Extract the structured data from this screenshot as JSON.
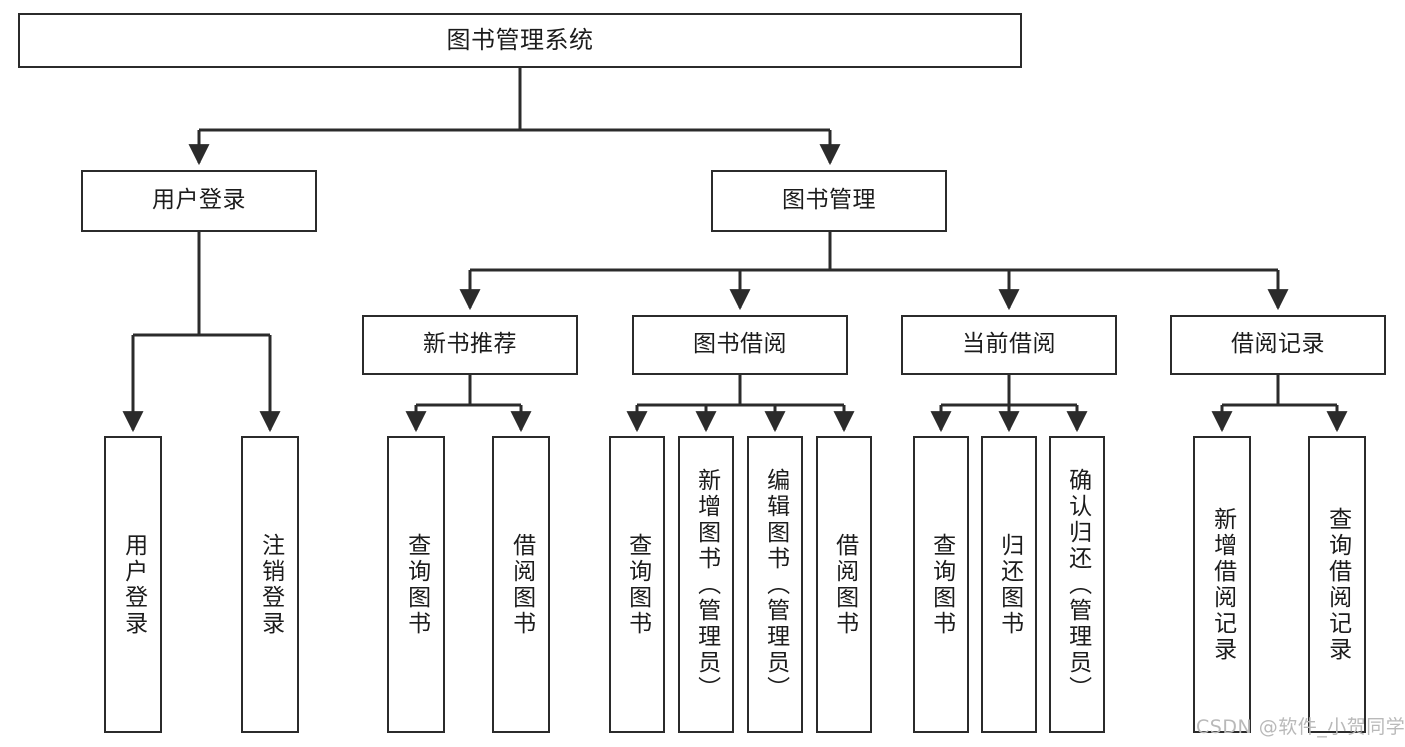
{
  "diagram": {
    "title": "图书管理系统",
    "type": "tree-hierarchy-diagram",
    "watermark": "CSDN @软件_小贺同学",
    "colors": {
      "stroke": "#2b2b2b",
      "fill": "#ffffff",
      "text": "#1c1c1c",
      "watermark": "#b9b9b9"
    },
    "nodes": {
      "root": {
        "label": "图书管理系统"
      },
      "level2": [
        {
          "id": "user-login",
          "label": "用户登录"
        },
        {
          "id": "book-manage",
          "label": "图书管理"
        }
      ],
      "level3": [
        {
          "id": "new-book-recommend",
          "label": "新书推荐"
        },
        {
          "id": "book-borrow",
          "label": "图书借阅"
        },
        {
          "id": "current-borrow",
          "label": "当前借阅"
        },
        {
          "id": "borrow-record",
          "label": "借阅记录"
        }
      ],
      "leaves": {
        "user-login": [
          {
            "id": "leaf-user-login",
            "label": "用户登录"
          },
          {
            "id": "leaf-logout-login",
            "label": "注销登录"
          }
        ],
        "new-book-recommend": [
          {
            "id": "leaf-query-book-1",
            "label": "查询图书"
          },
          {
            "id": "leaf-borrow-book-1",
            "label": "借阅图书"
          }
        ],
        "book-borrow": [
          {
            "id": "leaf-query-book-2",
            "label": "查询图书"
          },
          {
            "id": "leaf-add-book",
            "label": "新增图书（管理员）"
          },
          {
            "id": "leaf-edit-book",
            "label": "编辑图书（管理员）"
          },
          {
            "id": "leaf-borrow-book-2",
            "label": "借阅图书"
          }
        ],
        "current-borrow": [
          {
            "id": "leaf-query-book-3",
            "label": "查询图书"
          },
          {
            "id": "leaf-return-book",
            "label": "归还图书"
          },
          {
            "id": "leaf-confirm-return",
            "label": "确认归还（管理员）"
          }
        ],
        "borrow-record": [
          {
            "id": "leaf-add-record",
            "label": "新增借阅记录"
          },
          {
            "id": "leaf-query-record",
            "label": "查询借阅记录"
          }
        ]
      }
    }
  }
}
